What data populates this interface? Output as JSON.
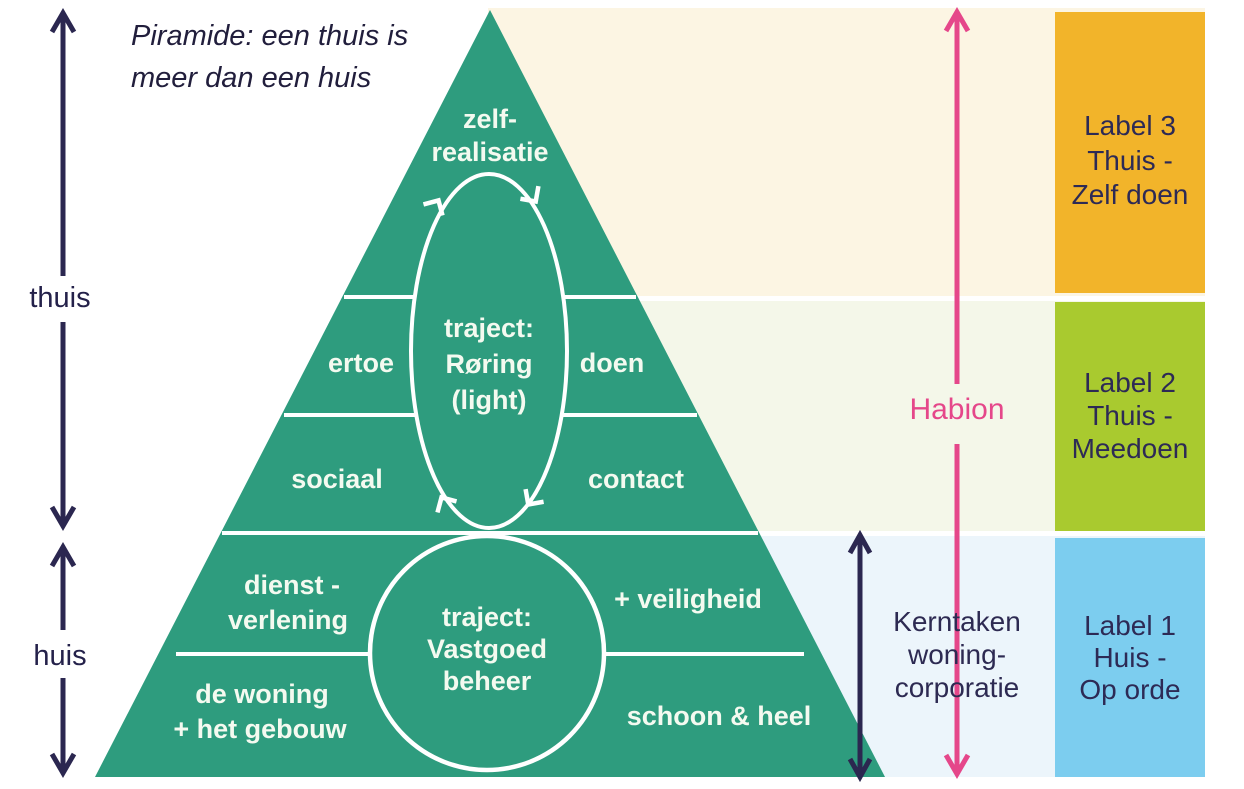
{
  "title": {
    "line1": "Piramide: een thuis is",
    "line2": "meer dan een huis"
  },
  "side_labels": {
    "thuis": "thuis",
    "huis": "huis"
  },
  "pyramid": {
    "level_top": {
      "line1": "zelf-",
      "line2": "realisatie"
    },
    "level_ertoe_doen": {
      "left": "ertoe",
      "right": "doen"
    },
    "level_sociaal_contact": {
      "left": "sociaal",
      "right": "contact"
    },
    "level_dienstverlening": {
      "line1": "dienst -",
      "line2": "verlening"
    },
    "level_veiligheid": "+ veiligheid",
    "level_woning": {
      "line1": "de woning",
      "line2": "+ het gebouw"
    },
    "level_schoon": "schoon & heel",
    "traject_roring": {
      "line1": "traject:",
      "line2": "Røring",
      "line3": "(light)"
    },
    "traject_vastgoed": {
      "line1": "traject:",
      "line2": "Vastgoed",
      "line3": "beheer"
    }
  },
  "habion_label": "Habion",
  "kerntaken": {
    "line1": "Kerntaken",
    "line2": "woning-",
    "line3": "corporatie"
  },
  "legend": [
    {
      "line1": "Label 3",
      "line2": "Thuis -",
      "line3": "Zelf doen",
      "color": "#F2B42A"
    },
    {
      "line1": "Label 2",
      "line2": "Thuis -",
      "line3": "Meedoen",
      "color": "#A9CA2F"
    },
    {
      "line1": "Label 1",
      "line2": "Huis -",
      "line3": "Op orde",
      "color": "#7CCDEF"
    }
  ],
  "colors": {
    "pyramid_green": "#2E9C7E",
    "band_cream": "#FCF5E3",
    "band_pale_green": "#F4F7E9",
    "band_pale_blue": "#ECF5FB",
    "pink": "#E5478A",
    "navy": "#2B2750",
    "white_line": "#FFFFFF"
  }
}
